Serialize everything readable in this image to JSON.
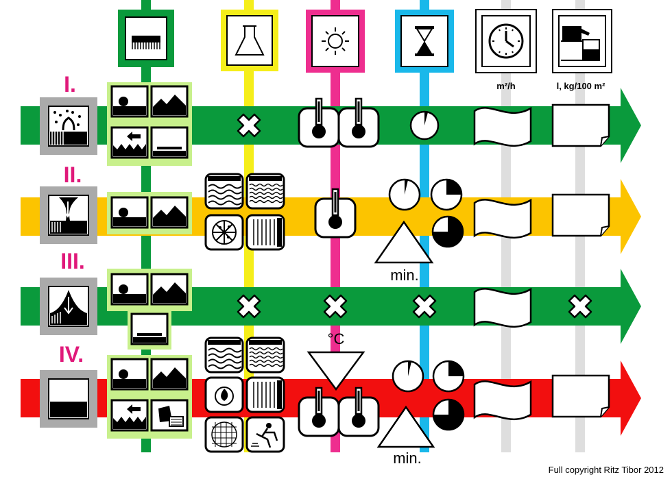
{
  "colors": {
    "row_green": "#0a9a3c",
    "row_yellow": "#fcc400",
    "row_red": "#f20f0f",
    "col_green": "#0a9a3c",
    "col_yellow": "#f5ee1a",
    "col_magenta": "#ee2e8f",
    "col_cyan": "#19b8ea",
    "col_gray": "#dedede",
    "roman": "#e0197a",
    "tile_border": "#c8f08c"
  },
  "header_icons": [
    {
      "name": "brush-icon",
      "color": "#0a9a3c"
    },
    {
      "name": "flask-icon",
      "color": "#f5ee1a"
    },
    {
      "name": "sun-icon",
      "color": "#ee2e8f"
    },
    {
      "name": "hourglass-icon",
      "color": "#19b8ea"
    },
    {
      "name": "clock-icon",
      "color": "#ffffff"
    },
    {
      "name": "pour-beaker-icon",
      "color": "#ffffff"
    }
  ],
  "header_units": {
    "col5": "m²/h",
    "col6": "l, kg/100 m²"
  },
  "rows": [
    {
      "numeral": "I.",
      "color": "#0a9a3c",
      "min_label": ""
    },
    {
      "numeral": "II.",
      "color": "#fcc400",
      "min_label": "min."
    },
    {
      "numeral": "III.",
      "color": "#0a9a3c",
      "min_label": ""
    },
    {
      "numeral": "IV.",
      "color": "#f20f0f",
      "min_label": "min."
    }
  ],
  "temp_unit": "°C",
  "copyright": "Full copyright Ritz Tibor 2012"
}
